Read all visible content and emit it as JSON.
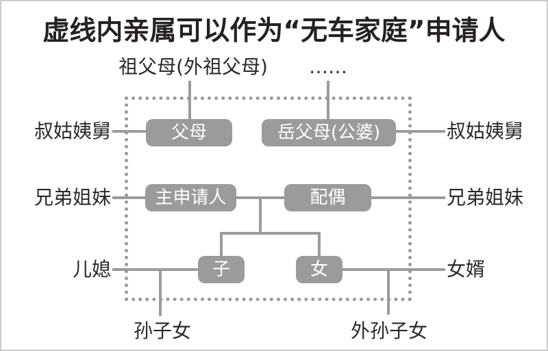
{
  "title": "虚线内亲属可以作为“无车家庭”申请人",
  "top_labels": {
    "grandparents": "祖父母(外祖父母)",
    "others_ellipsis": "……"
  },
  "boxes": {
    "parents": "父母",
    "parents_in_law": "岳父母(公婆)",
    "main_applicant": "主申请人",
    "spouse": "配偶",
    "son": "子",
    "daughter": "女"
  },
  "side_labels": {
    "uncles_aunts_left": "叔姑姨舅",
    "uncles_aunts_right": "叔姑姨舅",
    "siblings_left": "兄弟姐妹",
    "siblings_right": "兄弟姐妹",
    "daughter_in_law": "儿媳",
    "son_in_law": "女婿"
  },
  "bottom_labels": {
    "grandchildren": "孙子女",
    "maternal_grandchildren": "外孙子女"
  },
  "colors": {
    "box_fill": "#9b9b9b",
    "box_text": "#ffffff",
    "connector": "#9b9b9b",
    "dotted_border": "#9a9a9a",
    "label_text": "#2b2828",
    "title_text": "#262121",
    "frame_border": "#cccccc",
    "background": "#ffffff"
  }
}
